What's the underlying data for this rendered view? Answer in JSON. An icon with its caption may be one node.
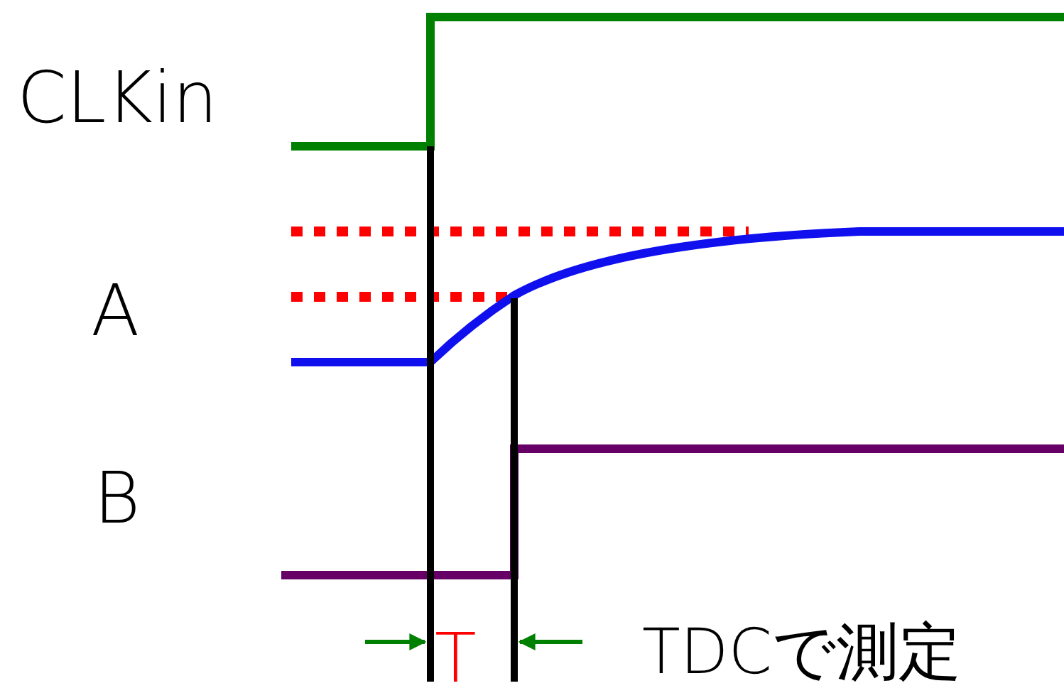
{
  "diagram": {
    "labels": [
      "CLKin",
      "A",
      "B",
      "T",
      "TDC**で測定**"
    ]
  }
}
